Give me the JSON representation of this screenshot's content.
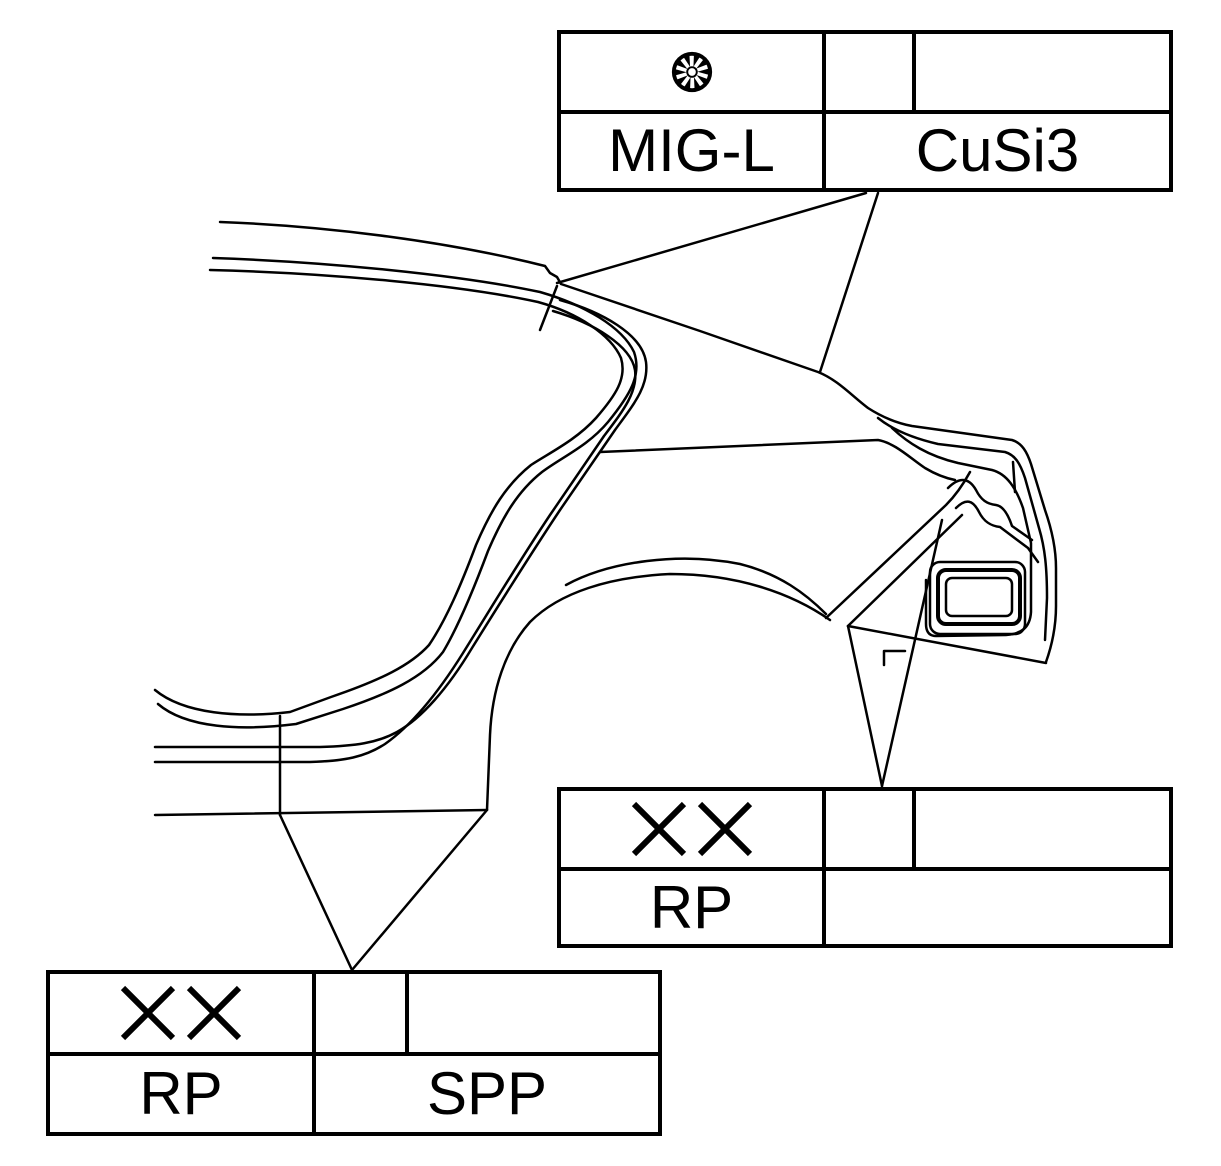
{
  "colors": {
    "line": "#000000",
    "background": "#ffffff"
  },
  "callouts": [
    {
      "symbol_icon": "mig-weld-icon",
      "process": "MIG-L",
      "material": "CuSi3"
    },
    {
      "symbol_icon": "double-x-icon",
      "process": "RP",
      "material": ""
    },
    {
      "symbol_icon": "double-x-icon",
      "process": "RP",
      "material": "SPP"
    }
  ]
}
